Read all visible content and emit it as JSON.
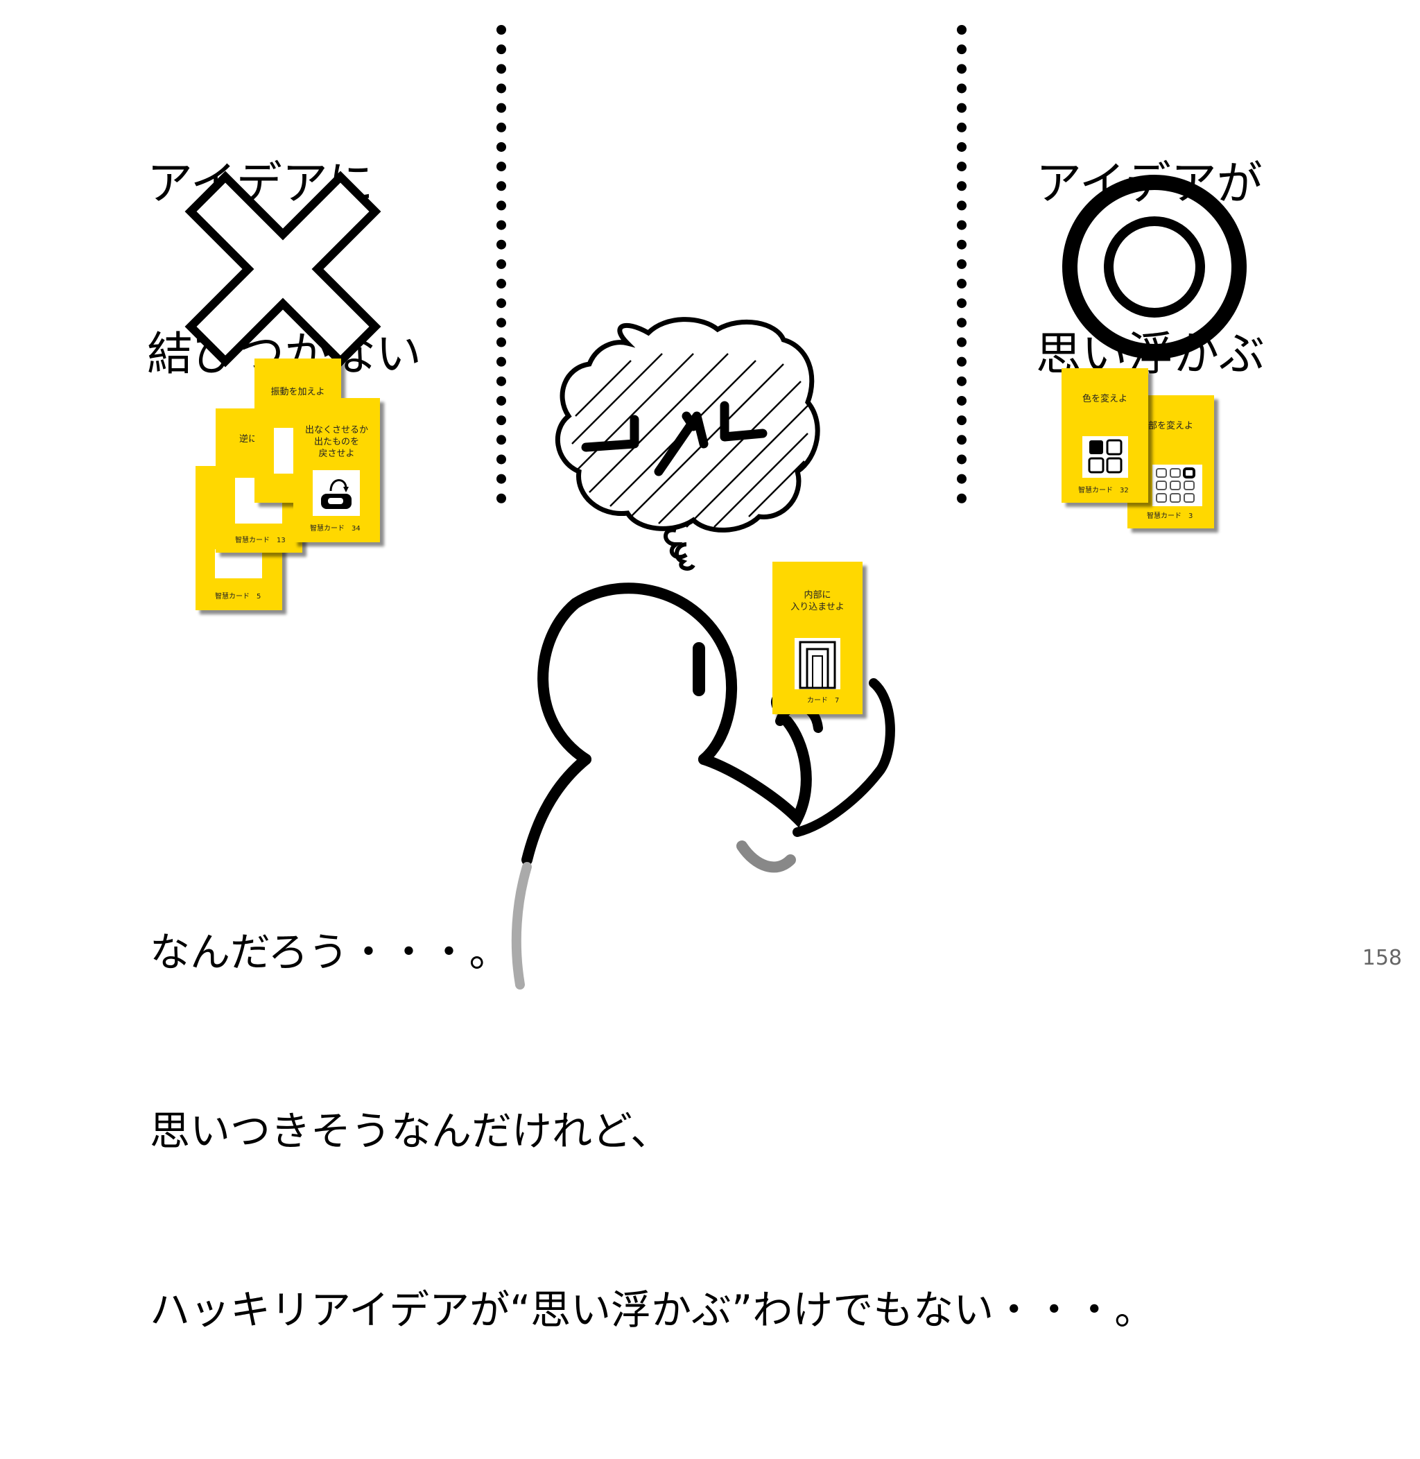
{
  "slide": {
    "page_number": "158",
    "left_heading": [
      "アイデアに",
      "結びつかない"
    ],
    "right_heading": [
      "アイデアが",
      "思い浮かぶ"
    ],
    "left_symbol": "cross-mark-icon",
    "right_symbol": "double-circle-icon",
    "caption": [
      "なんだろう・・・。",
      "思いつきそうなんだけれど、",
      "ハッキリアイデアが“思い浮かぶ”わけでもない・・・。"
    ]
  },
  "cards": {
    "left": [
      {
        "title": "振動を加えよ",
        "number": ""
      },
      {
        "title": "逆に",
        "number": "智慧カード　13"
      },
      {
        "title": "出なくさせるか\n出たものを\n戻させよ",
        "number": "智慧カード　34"
      },
      {
        "title": "",
        "number": "智慧カード　5"
      }
    ],
    "center": {
      "title": "内部に\n入り込ませよ",
      "number": "カード　7"
    },
    "right": [
      {
        "title": "色を変えよ",
        "number": "智慧カード　32"
      },
      {
        "title": "部を変えよ",
        "number": "智慧カード　3"
      }
    ]
  },
  "colors": {
    "card": "#ffd800",
    "ink": "#000000"
  }
}
